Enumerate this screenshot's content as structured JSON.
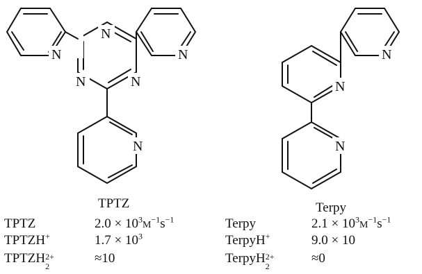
{
  "structures": {
    "tptz": {
      "atom_label": "N",
      "caption": "TPTZ"
    },
    "terpy": {
      "atom_label": "N",
      "caption": "Terpy"
    }
  },
  "table": {
    "left": [
      {
        "name": "TPTZ",
        "name_sup": "",
        "name_sub": "",
        "value": "2.0 × 10",
        "value_sup": "3",
        "unit": "M",
        "unit_sup": "−1",
        "unit2": "s",
        "unit2_sup": "−1"
      },
      {
        "name": "TPTZH",
        "name_sup": "+",
        "name_sub": "",
        "value": "1.7 × 10",
        "value_sup": "3",
        "unit": "",
        "unit_sup": "",
        "unit2": "",
        "unit2_sup": ""
      },
      {
        "name": "TPTZH",
        "name_sup": "2+",
        "name_sub": "2",
        "value": "≈10",
        "value_sup": "",
        "unit": "",
        "unit_sup": "",
        "unit2": "",
        "unit2_sup": ""
      }
    ],
    "right": [
      {
        "name": "Terpy",
        "name_sup": "",
        "name_sub": "",
        "value": "2.1 × 10",
        "value_sup": "3",
        "unit": "M",
        "unit_sup": "−1",
        "unit2": "s",
        "unit2_sup": "−1"
      },
      {
        "name": "TerpyH",
        "name_sup": "+",
        "name_sub": "",
        "value": "9.0 × 10",
        "value_sup": "",
        "unit": "",
        "unit_sup": "",
        "unit2": "",
        "unit2_sup": ""
      },
      {
        "name": "TerpyH",
        "name_sup": "2+",
        "name_sub": "2",
        "value": "≈0",
        "value_sup": "",
        "unit": "",
        "unit_sup": "",
        "unit2": "",
        "unit2_sup": ""
      }
    ]
  }
}
